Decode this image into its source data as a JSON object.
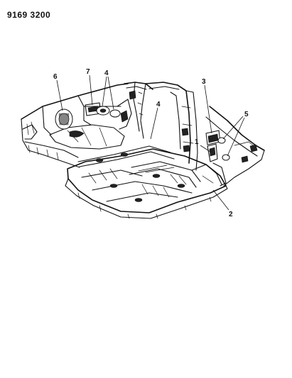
{
  "figure": {
    "code": "9169 3200"
  },
  "callouts": [
    {
      "id": "c1",
      "label": "1"
    },
    {
      "id": "c2",
      "label": "2"
    },
    {
      "id": "c3",
      "label": "3"
    },
    {
      "id": "c4a",
      "label": "4"
    },
    {
      "id": "c4b",
      "label": "4"
    },
    {
      "id": "c5",
      "label": "5"
    },
    {
      "id": "c6",
      "label": "6"
    },
    {
      "id": "c7",
      "label": "7"
    }
  ]
}
